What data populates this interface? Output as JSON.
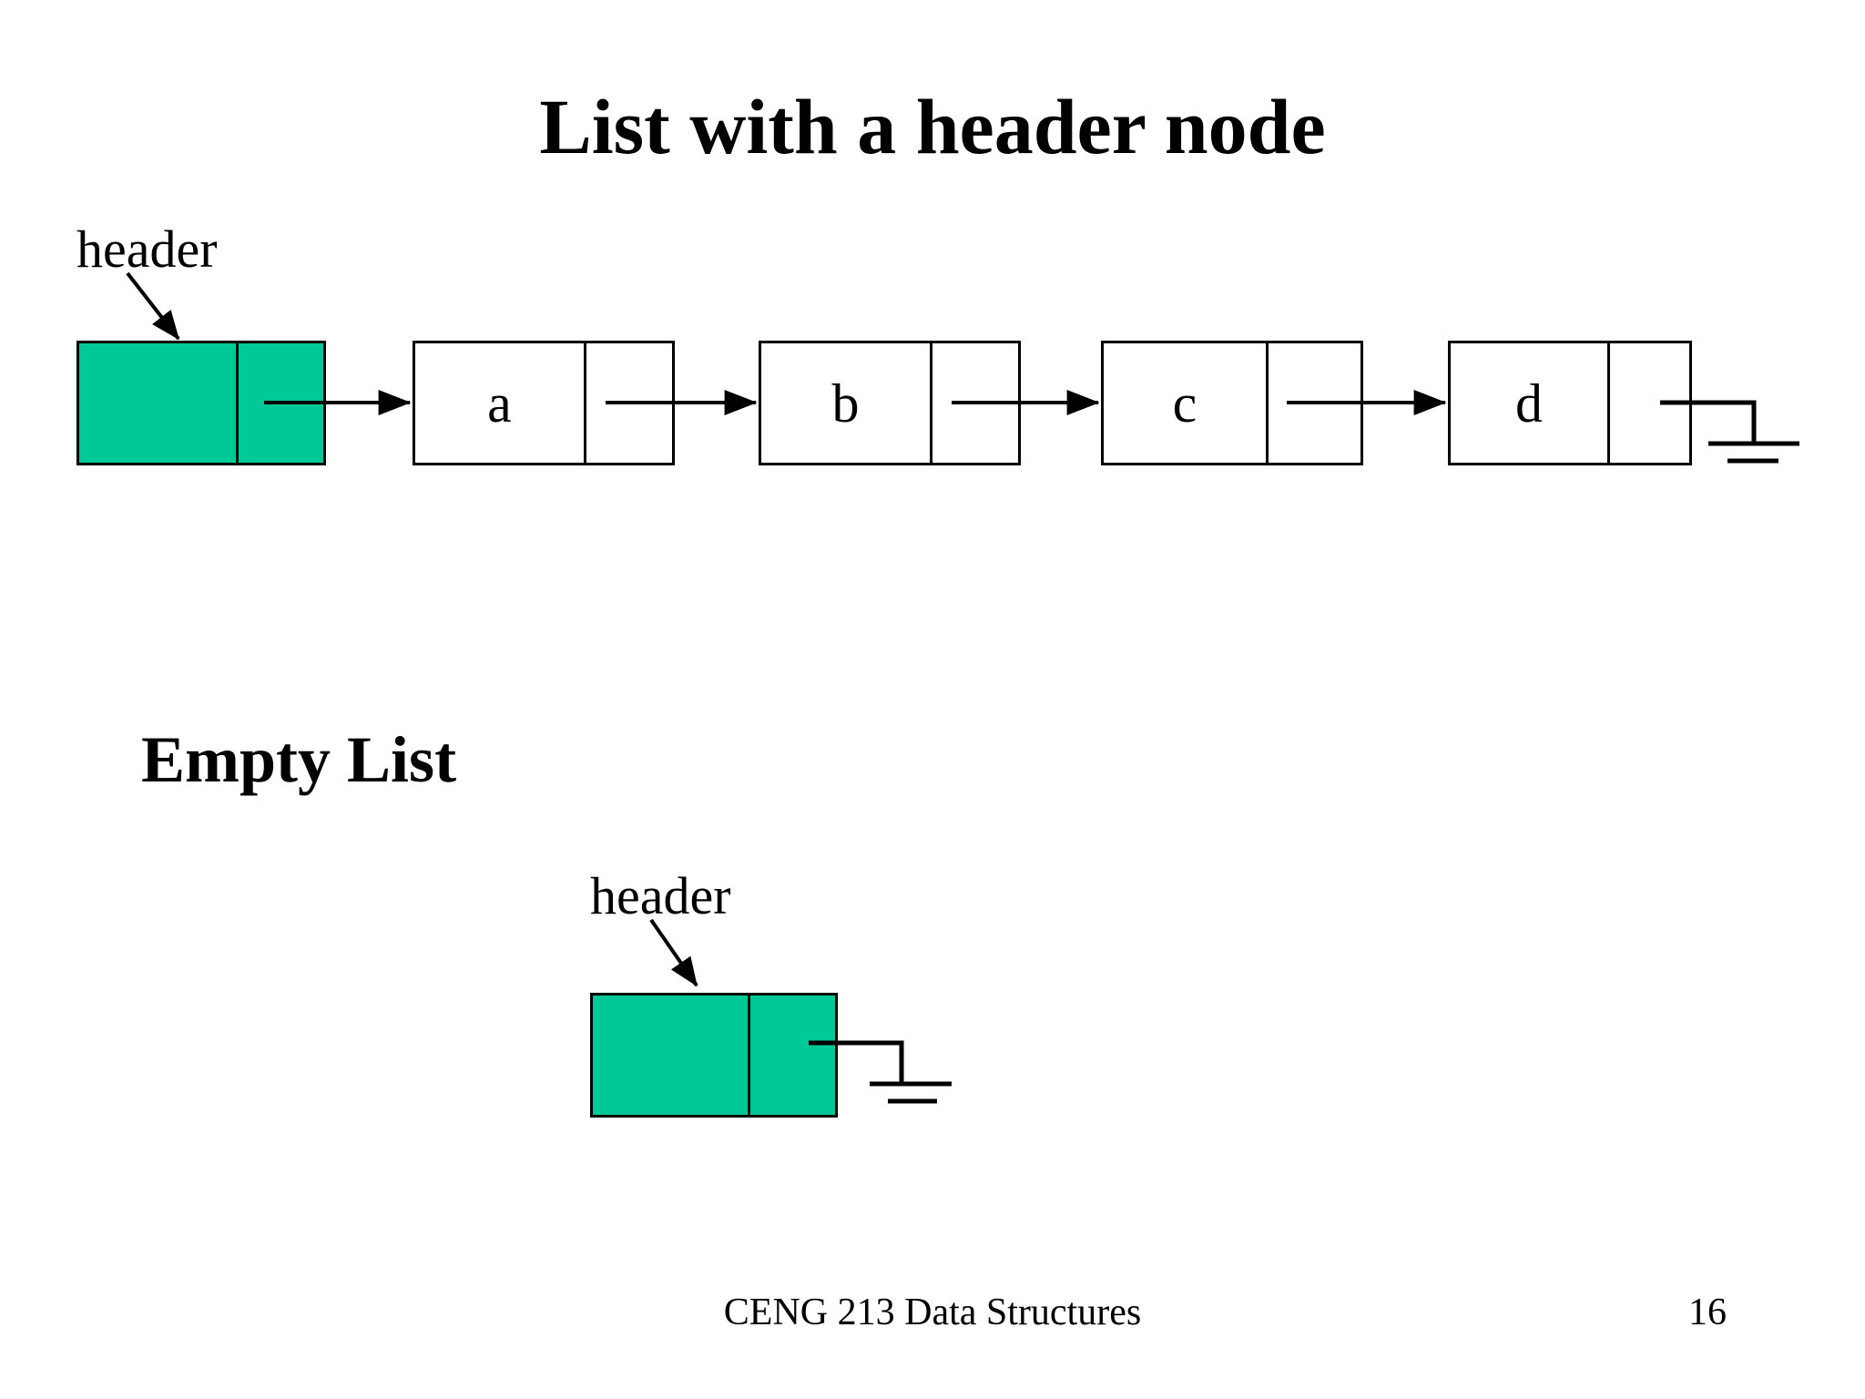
{
  "slide": {
    "title": "List with a header node",
    "section_heading": "Empty List",
    "background_color": "#ffffff",
    "accent_color": "#00c896",
    "line_color": "#000000"
  },
  "list_with_header": {
    "header_label": "header",
    "header_node": {
      "data_cell": "",
      "next_cell": "",
      "filled": true,
      "color": "#00c896"
    },
    "nodes": [
      {
        "value": "a"
      },
      {
        "value": "b"
      },
      {
        "value": "c"
      },
      {
        "value": "d"
      }
    ],
    "terminator": "ground-symbol"
  },
  "empty_list": {
    "header_label": "header",
    "header_node": {
      "data_cell": "",
      "next_cell": "",
      "filled": true,
      "color": "#00c896"
    },
    "terminator": "ground-symbol"
  },
  "footer": {
    "course": "CENG 213 Data Structures",
    "page_number": "16"
  }
}
